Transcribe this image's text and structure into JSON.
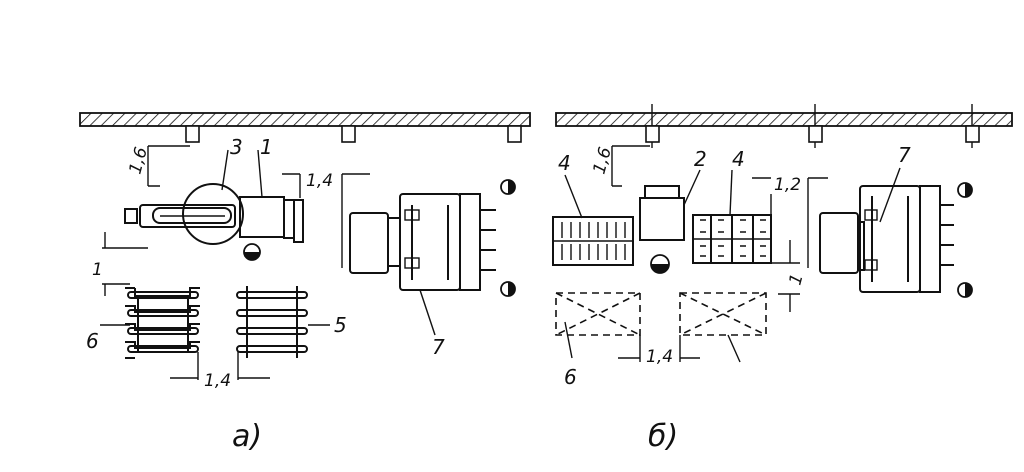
{
  "panels": {
    "a": {
      "caption": "а)",
      "labels": [
        "1",
        "3",
        "6",
        "5",
        "7"
      ],
      "dims": [
        "1,6",
        "1,4",
        "1",
        "1,4"
      ]
    },
    "b": {
      "caption": "б)",
      "labels": [
        "2",
        "4",
        "4",
        "7",
        "6"
      ],
      "dims": [
        "1,6",
        "1,2",
        "1",
        "1,4"
      ]
    }
  }
}
